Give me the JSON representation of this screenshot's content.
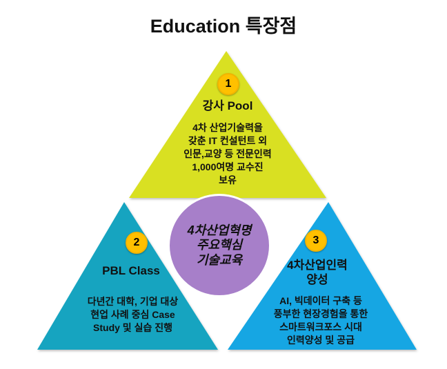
{
  "title": "Education 특장점",
  "colors": {
    "top_triangle": "#d9e021",
    "left_triangle": "#13a4c0",
    "right_triangle": "#12a6e3",
    "center_circle": "#a77fc9",
    "badge": "#ffc000"
  },
  "center": {
    "lines": [
      "4차산업혁명",
      "주요핵심",
      "기술교육"
    ]
  },
  "sections": [
    {
      "number": "1",
      "heading": [
        "강사 Pool"
      ],
      "lines": [
        "4차 산업기술력을",
        "갖춘 IT 컨설턴트 외",
        "인문,교양 등 전문인력",
        "1,000여명 교수진",
        "보유"
      ]
    },
    {
      "number": "2",
      "heading": [
        "PBL Class"
      ],
      "lines": [
        "다년간 대학, 기업 대상",
        "현업 사례 중심 Case",
        "Study 및 실습 진행"
      ]
    },
    {
      "number": "3",
      "heading": [
        "4차산업인력",
        "양성"
      ],
      "lines": [
        "AI, 빅데이터 구축 등",
        "풍부한 현장경험을 통한",
        "스마트워크포스 시대",
        "인력양성 및 공급"
      ]
    }
  ]
}
